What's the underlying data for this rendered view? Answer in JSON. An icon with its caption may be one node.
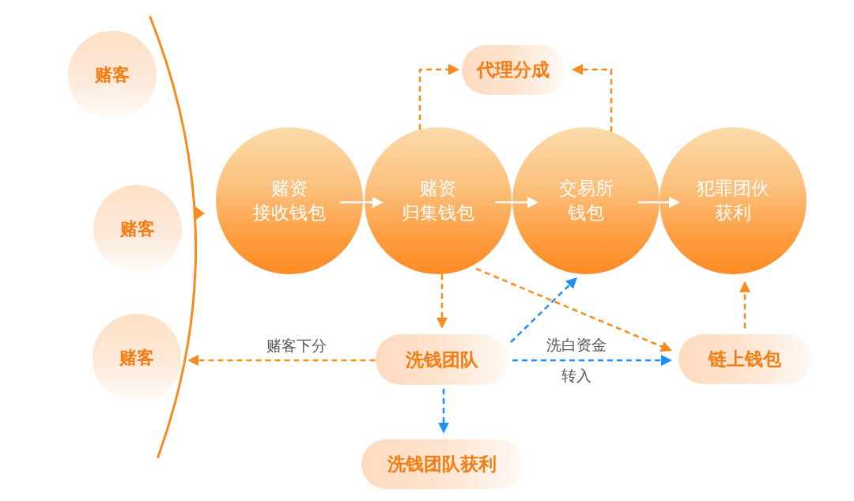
{
  "diagram": {
    "nodes": [
      {
        "text": [
          "赌客"
        ]
      },
      {
        "text": [
          "赌客"
        ]
      },
      {
        "text": [
          "赌客"
        ]
      },
      {
        "text": [],
        "shape": "arc"
      },
      {
        "text": [
          "代理分成"
        ]
      },
      {
        "text": [
          "赌资接收钱包"
        ]
      },
      {
        "text": [
          "赌资归集钱包"
        ]
      },
      {
        "text": [
          "交易所钱包"
        ]
      },
      {
        "text": [
          "犯罪团伙获利"
        ]
      },
      {
        "text": [
          "洗钱团队"
        ]
      },
      {
        "text": [
          "链上钱包"
        ]
      },
      {
        "text": [
          "洗钱团队获利"
        ]
      }
    ],
    "edges": [
      {
        "from": 3,
        "to": 5,
        "arrow": "to"
      },
      {
        "from": 5,
        "to": 6,
        "arrow": "to",
        "color": "#ffffff"
      },
      {
        "from": 6,
        "to": 7,
        "arrow": "to",
        "color": "#ffffff"
      },
      {
        "from": 7,
        "to": 8,
        "arrow": "to",
        "color": "#ffffff"
      },
      {
        "from": 6,
        "to": 4,
        "arrow": "to",
        "style": "dashed"
      },
      {
        "from": 7,
        "to": 4,
        "arrow": "to",
        "style": "dashed"
      },
      {
        "from": 6,
        "to": 9,
        "arrow": "to",
        "style": "dashed"
      },
      {
        "from": 6,
        "to": 10,
        "arrow": "to",
        "style": "dashed"
      },
      {
        "from": 9,
        "to": 7,
        "arrow": "to",
        "style": "dashed",
        "color": "#1e8ffa"
      },
      {
        "from": 9,
        "to": 10,
        "arrow": "to",
        "style": "dashed",
        "color": "#1e8ffa",
        "label": "洗白资金转入"
      },
      {
        "from": 10,
        "to": 8,
        "arrow": "to",
        "style": "dashed"
      },
      {
        "from": 9,
        "to": 3,
        "arrow": "to",
        "style": "dashed",
        "label": "赌客下分"
      },
      {
        "from": 9,
        "to": 11,
        "arrow": "to",
        "style": "dashed",
        "color": "#1e8ffa"
      }
    ]
  }
}
